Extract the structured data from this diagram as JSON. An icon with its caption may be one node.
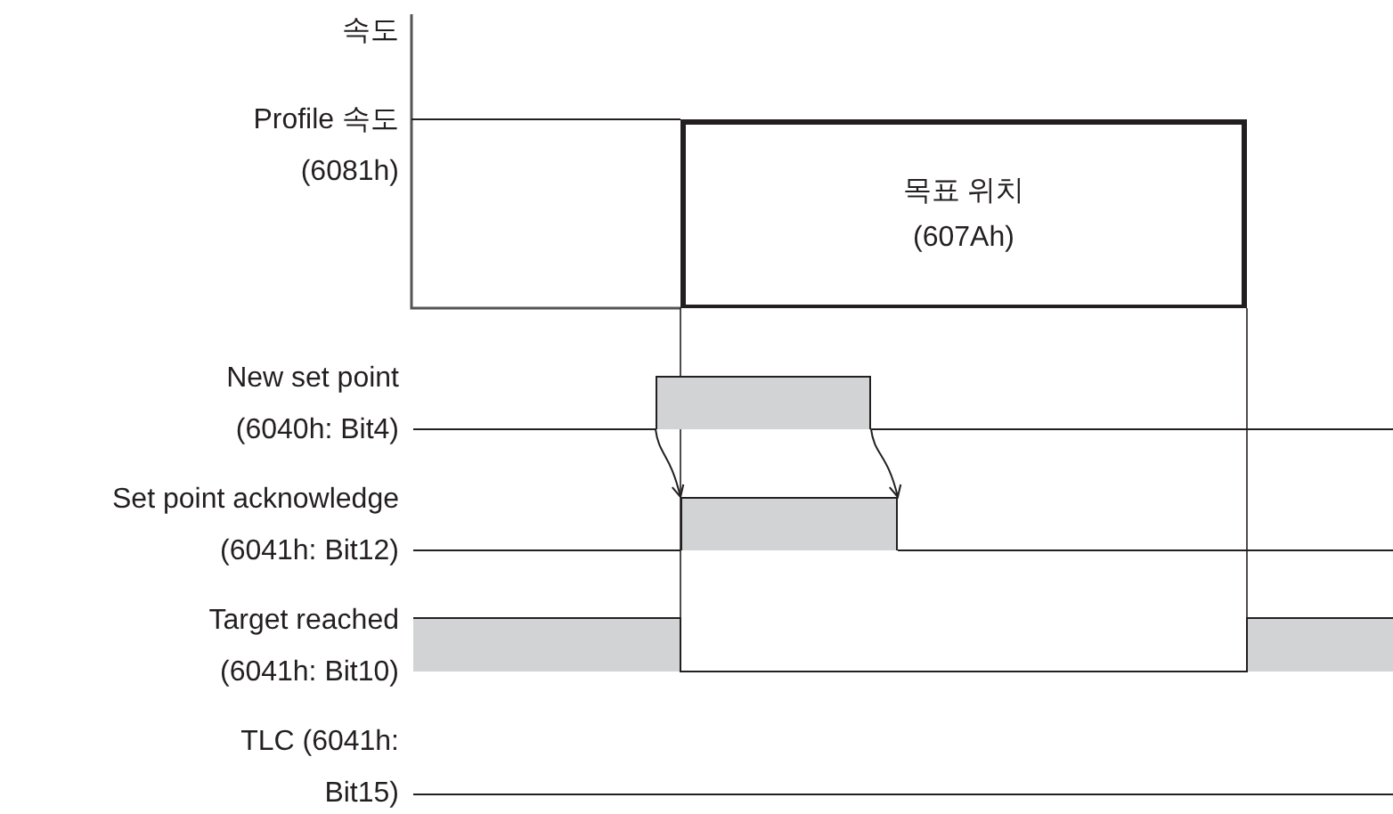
{
  "diagram": {
    "nodes": [
      {
        "text": [
          "목표 위치 (607Ah)"
        ]
      },
      {
        "text": [],
        "shape": "bar"
      },
      {
        "text": [],
        "shape": "bar"
      }
    ],
    "edges": [
      {
        "from": 1,
        "to": 2,
        "arrow": "to"
      },
      {
        "from": 1,
        "to": 2,
        "arrow": "to"
      }
    ],
    "labels": [
      "속도",
      "Profile 속도 (6081h)",
      "New set point (6040h: Bit4)",
      "Set point acknowledge (6041h: Bit12)",
      "Target reached (6041h: Bit10)",
      "TLC (6041h: Bit15)"
    ]
  }
}
